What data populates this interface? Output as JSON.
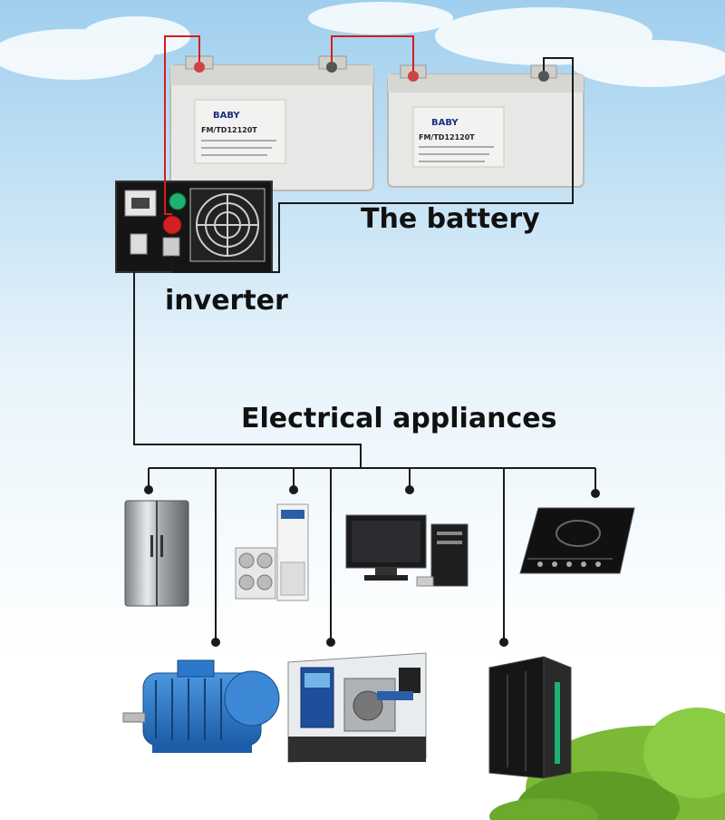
{
  "labels": {
    "battery": "The battery",
    "inverter": "inverter",
    "appliances": "Electrical appliances"
  },
  "battery_brand": {
    "name": "BABY",
    "model": "FM/TD12120T"
  },
  "colors": {
    "sky": "#9fcfee",
    "wire_red": "#d81d1d",
    "wire_black": "#1a1a1a",
    "battery_body": "#e7e7e5",
    "inverter_body": "#151515",
    "accent_green": "#20b070",
    "accent_red": "#d42020",
    "motor_blue": "#2b78c8",
    "tree_green": "#6caa2e"
  },
  "icons": [
    "refrigerator-icon",
    "air-conditioner-icon",
    "desktop-computer-icon",
    "induction-cooker-icon",
    "electric-motor-icon",
    "cnc-lathe-icon",
    "server-rack-icon"
  ]
}
